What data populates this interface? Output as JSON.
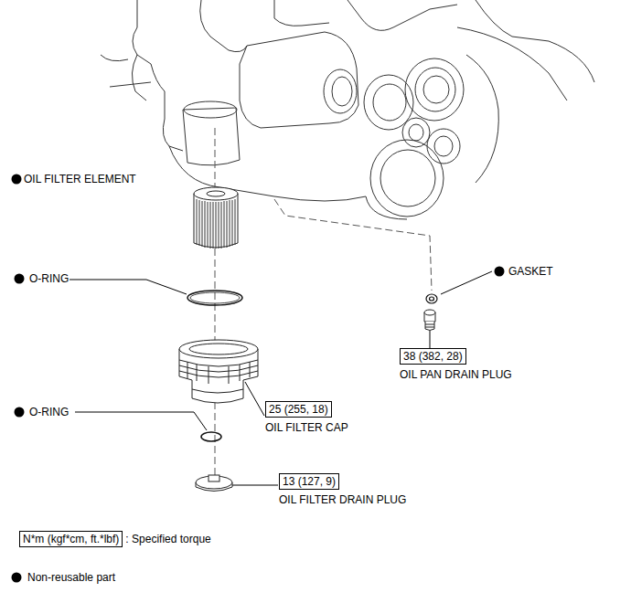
{
  "diagram": {
    "nodes": [
      {
        "text": [
          "38 (382, 28)",
          "OIL PAN DRAIN PLUG"
        ]
      },
      {
        "text": [
          "25 (255, 18)",
          "OIL FILTER CAP"
        ]
      },
      {
        "text": [
          "13 (127, 9)",
          "OIL FILTER DRAIN PLUG"
        ]
      },
      {
        "text": [
          "N*m (kgf*cm, ft.*lbf)"
        ]
      }
    ],
    "labels": [
      "OIL FILTER ELEMENT",
      "O-RING",
      "GASKET",
      "O-RING"
    ],
    "legend": [
      {
        "text": ": Specified torque"
      },
      {
        "text": "Non-reusable part"
      }
    ]
  }
}
